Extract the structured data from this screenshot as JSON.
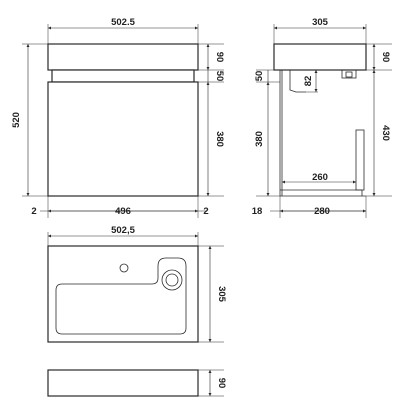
{
  "front": {
    "top_width": "502.5",
    "top_height": "90",
    "drawer_height": "50",
    "overall_height": "520",
    "body_height": "380",
    "left_gap": "2",
    "body_width": "496",
    "right_gap": "2"
  },
  "side": {
    "top_depth": "305",
    "top_height": "90",
    "upper_left": "50",
    "inner_drop": "82",
    "body_height": "380",
    "inner_depth": "260",
    "overall_height": "430",
    "offset": "18",
    "body_depth": "280"
  },
  "plan": {
    "width": "502,5",
    "depth": "305"
  },
  "basin_side": {
    "height": "90"
  }
}
